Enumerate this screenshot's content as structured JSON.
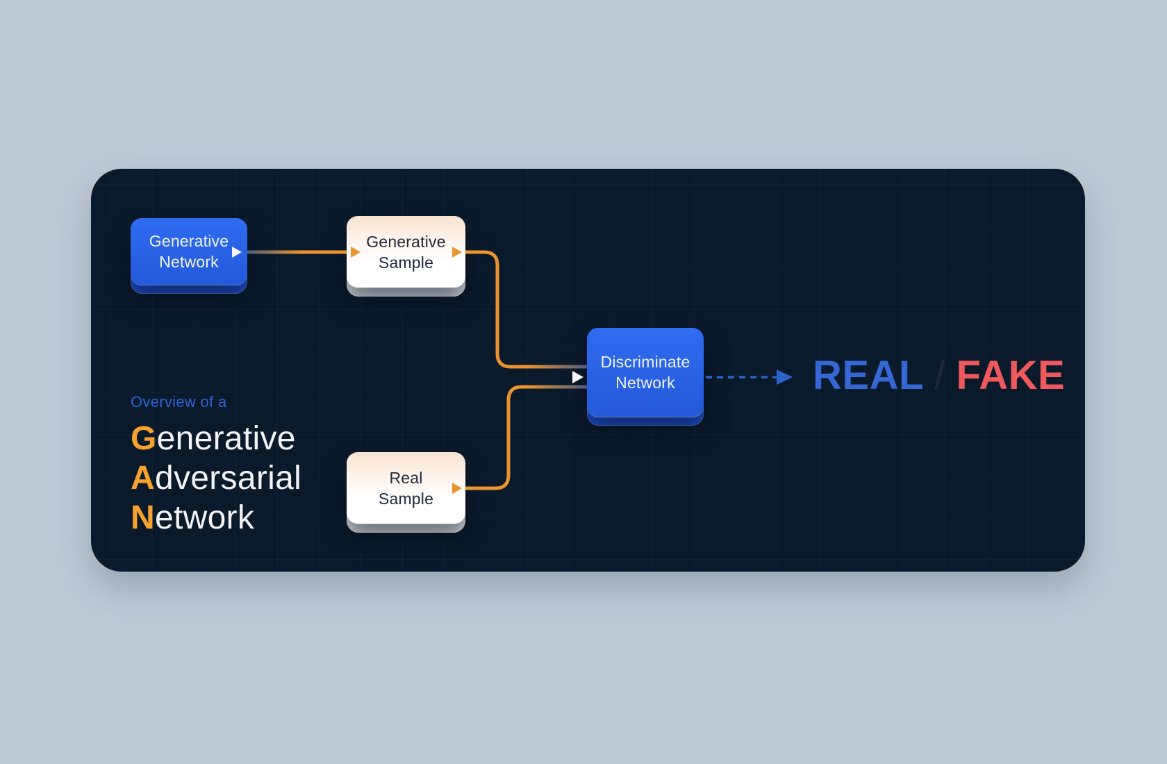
{
  "panel": {
    "outer_background": "#bfcad5",
    "background": "#0b1a2b"
  },
  "title": {
    "eyebrow": "Overview of a",
    "lines": [
      {
        "highlight": "G",
        "rest": "enerative"
      },
      {
        "highlight": "A",
        "rest": "dversarial"
      },
      {
        "highlight": "N",
        "rest": "etwork"
      }
    ],
    "eyebrow_color": "#2c63d9",
    "highlight_color": "#f6a22c",
    "text_color": "#f2f4f7"
  },
  "nodes": {
    "generative_network": {
      "line1": "Generative",
      "line2": "Network",
      "variant": "blue"
    },
    "generative_sample": {
      "line1": "Generative",
      "line2": "Sample",
      "variant": "light"
    },
    "discriminate_network": {
      "line1": "Discriminate",
      "line2": "Network",
      "variant": "blue"
    },
    "real_sample": {
      "line1": "Real",
      "line2": "Sample",
      "variant": "light"
    }
  },
  "output": {
    "real": "REAL",
    "separator": "/",
    "fake": "FAKE",
    "real_color": "#3568d4",
    "fake_color": "#f0595c"
  },
  "connectors": {
    "line_color": "#e9942f",
    "fade_color": "#4d5c7d",
    "dashed_color": "#2e62cc",
    "node_blue": "#2b63e6"
  }
}
